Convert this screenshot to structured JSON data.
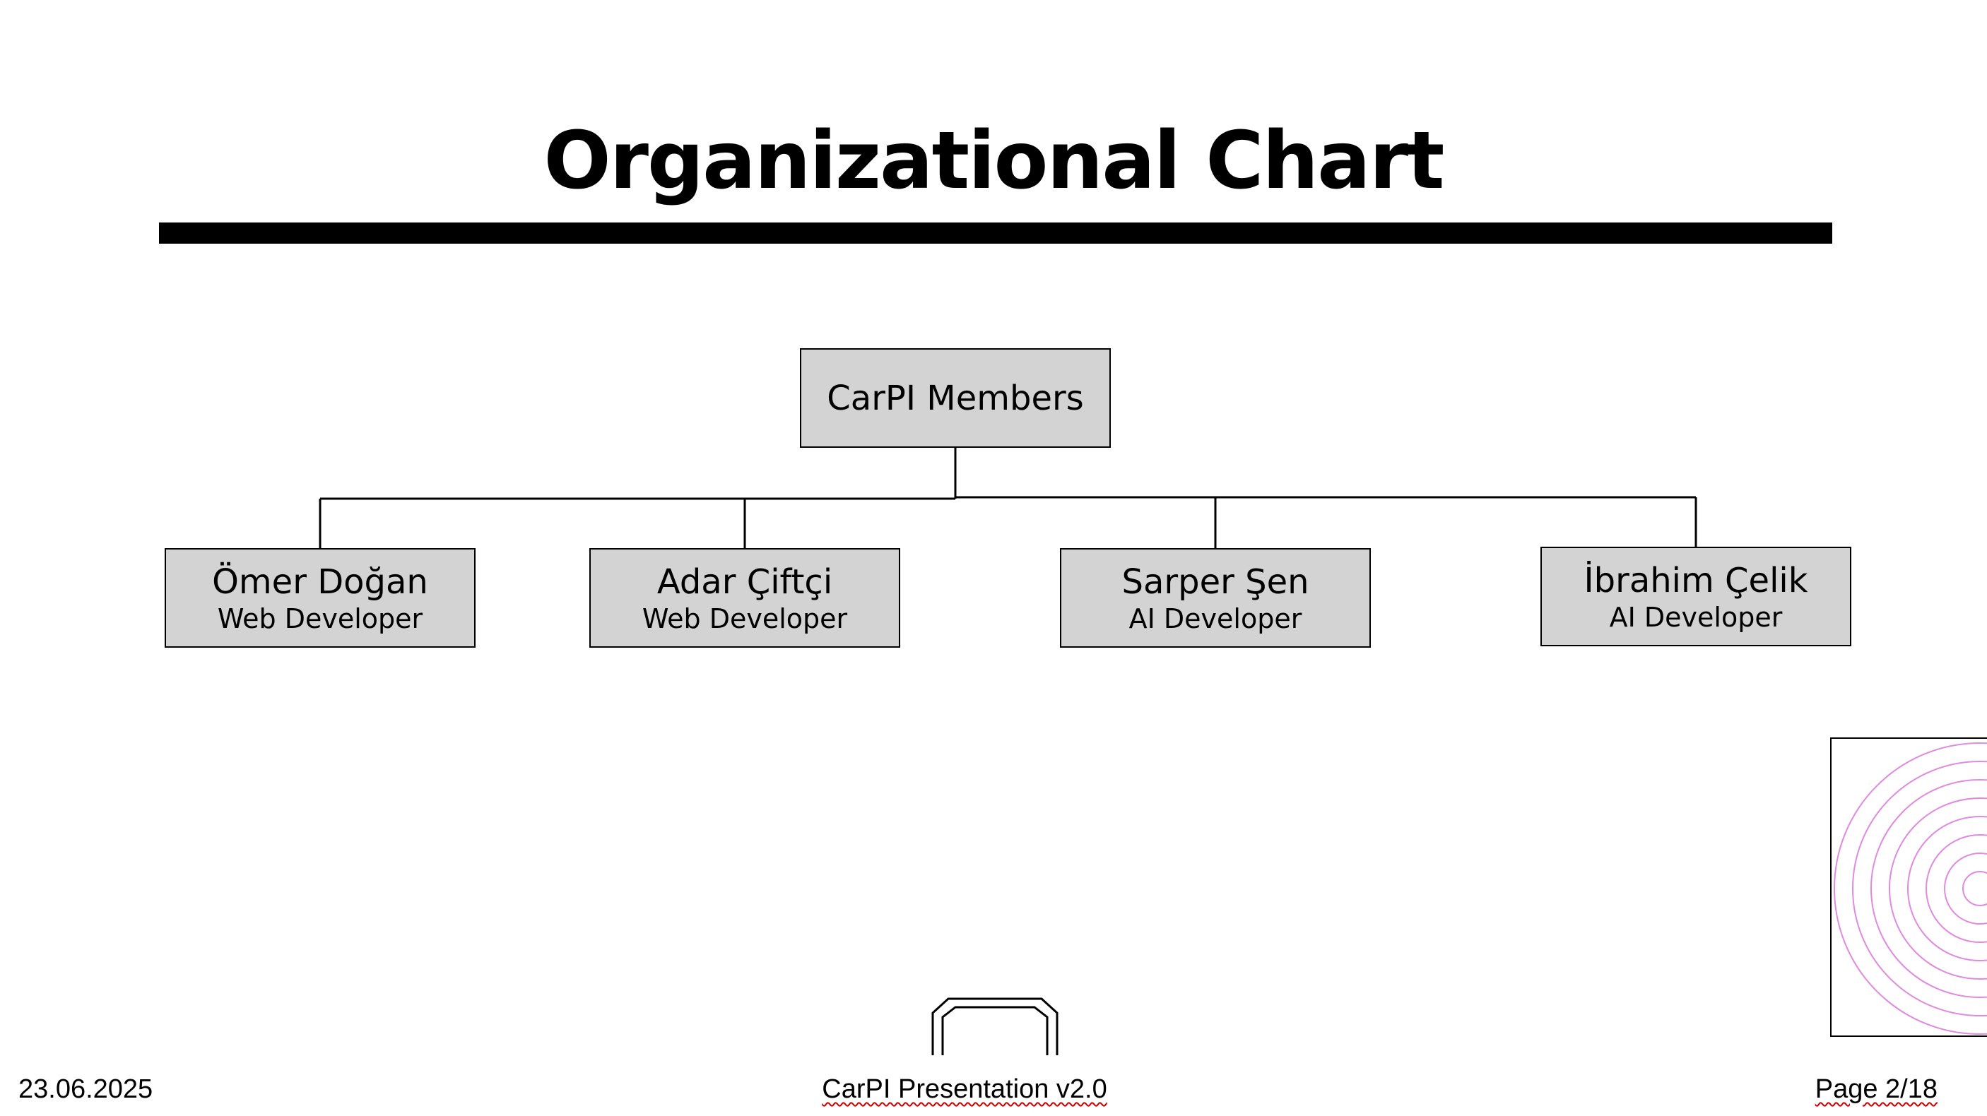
{
  "slide": {
    "title": "Organizational Chart"
  },
  "org_chart": {
    "root": {
      "name": "CarPI Members"
    },
    "members": [
      {
        "name": "Ömer Doğan",
        "role": "Web Developer"
      },
      {
        "name": "Adar Çiftçi",
        "role": "Web Developer"
      },
      {
        "name": "Sarper Şen",
        "role": "AI Developer"
      },
      {
        "name": "İbrahim Çelik",
        "role": "AI Developer"
      }
    ]
  },
  "footer": {
    "date": "23.06.2025",
    "center": "CarPI Presentation v2.0",
    "page": "Page 2/18"
  },
  "colors": {
    "node_fill": "#d3d3d3",
    "line": "#000000",
    "decoration_rings": "#e08ae0"
  }
}
